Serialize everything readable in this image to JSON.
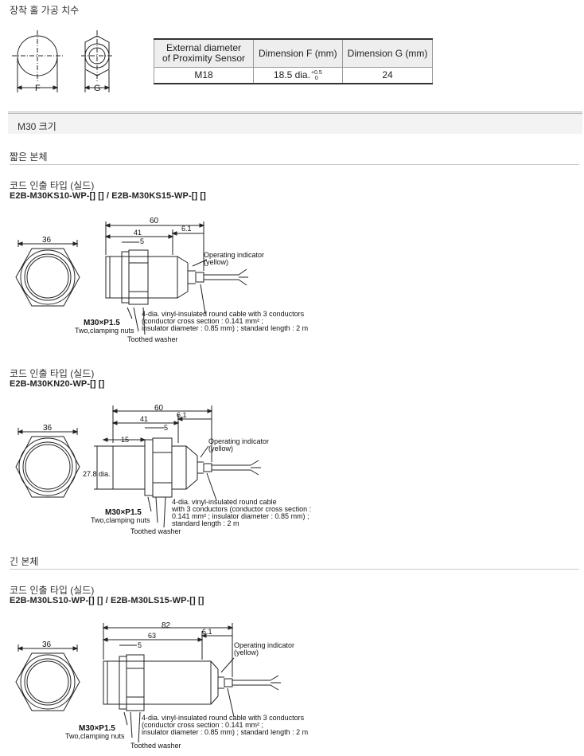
{
  "mounting": {
    "title": "장착 홀 가공 치수",
    "label_f": "F",
    "label_g": "G",
    "table": {
      "headers": [
        "External diameter\nof Proximity Sensor",
        "Dimension F (mm)",
        "Dimension G (mm)"
      ],
      "rows": [
        [
          "M18",
          "18.5 dia.",
          "24"
        ]
      ],
      "tolerance_upper": "+0.5",
      "tolerance_lower": "0"
    }
  },
  "section": {
    "title": "M30 크기"
  },
  "short_body": {
    "title": "짧은 본체",
    "d1": {
      "type_title": "코드 인출 타입 (실드)",
      "model": "E2B-M30KS10-WP-[] [] / E2B-M30KS15-WP-[] []",
      "hex_width": "36",
      "dim_total": "60",
      "dim_41": "41",
      "dim_5": "5",
      "dim_61": "6.1",
      "indicator": [
        "Operating indicator",
        "(yellow)"
      ],
      "cable": [
        "4-dia. vinyl-insulated round cable with 3 conductors",
        "(conductor cross section : 0.141 mm² ;",
        "insulator diameter : 0.85 mm) ; standard length : 2 m"
      ],
      "thread": "M30×P1.5",
      "nuts": "Two,clamping nuts",
      "washer": "Toothed washer"
    },
    "d2": {
      "type_title": "코드 인출 타입 (실드)",
      "model": "E2B-M30KN20-WP-[] []",
      "hex_width": "36",
      "dim_total": "60",
      "dim_41": "41",
      "dim_5": "5",
      "dim_61": "6.1",
      "dim_15": "15",
      "dia": "27.8 dia.",
      "indicator": [
        "Operating indicator",
        "(yellow)"
      ],
      "cable": [
        "4-dia. vinyl-insulated round cable",
        "with 3 conductors (conductor cross section :",
        "0.141 mm² ; insulator diameter : 0.85 mm) ;",
        "standard length : 2 m"
      ],
      "thread": "M30×P1.5",
      "nuts": "Two,clamping nuts",
      "washer": "Toothed washer"
    }
  },
  "long_body": {
    "title": "긴 본체",
    "d3": {
      "type_title": "코드 인출 타입 (실드)",
      "model": "E2B-M30LS10-WP-[] [] / E2B-M30LS15-WP-[] []",
      "hex_width": "36",
      "dim_total": "82",
      "dim_63": "63",
      "dim_5": "5",
      "dim_61": "6.1",
      "indicator": [
        "Operating indicator",
        "(yellow)"
      ],
      "cable": [
        "4-dia. vinyl-insulated round cable with 3 conductors",
        "(conductor cross section : 0.141 mm² ;",
        "insulator diameter : 0.85 mm) ; standard length : 2 m"
      ],
      "thread": "M30×P1.5",
      "nuts": "Two,clamping nuts",
      "washer": "Toothed washer"
    }
  }
}
